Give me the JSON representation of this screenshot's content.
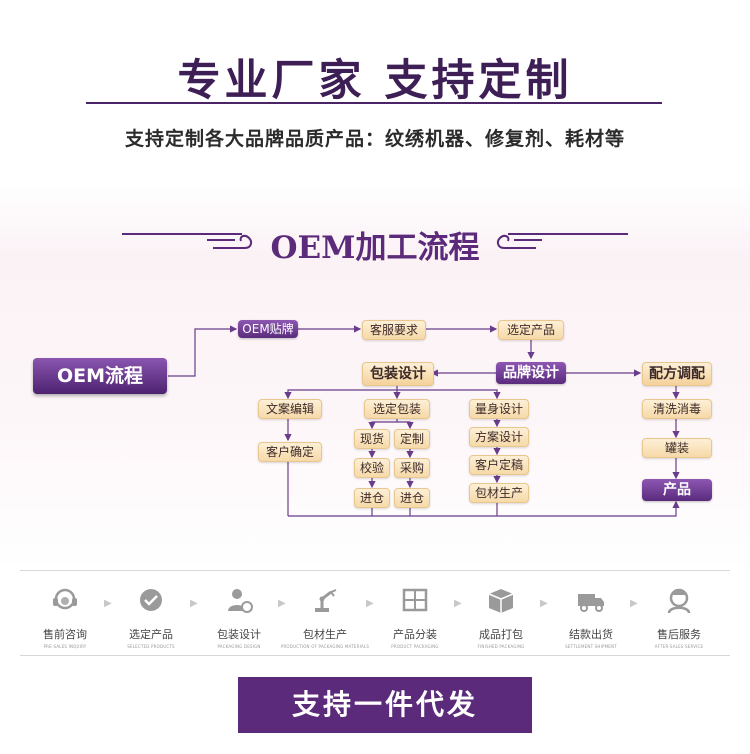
{
  "header": {
    "title": "专业厂家 支持定制",
    "subtitle": "支持定制各大品牌品质产品：纹绣机器、修复剂、耗材等"
  },
  "flow": {
    "title": "OEM加工流程",
    "main_label": "OEM流程",
    "top_row": [
      "OEM贴牌",
      "客服要求",
      "选定产品"
    ],
    "brand_design": "品牌设计",
    "packaging_design": "包装设计",
    "formula": "配方调配",
    "left_col": [
      "文案编辑",
      "客户确定"
    ],
    "pack_select": "选定包装",
    "pack_a": [
      "现货",
      "校验",
      "进仓"
    ],
    "pack_b": [
      "定制",
      "采购",
      "进仓"
    ],
    "custom_col": [
      "量身设计",
      "方案设计",
      "客户定稿",
      "包材生产"
    ],
    "formula_col": [
      "清洗消毒",
      "罐装"
    ],
    "product": "产品"
  },
  "steps": [
    {
      "label": "售前咨询",
      "sub": "PRE-SALES INQUIRY",
      "icon": "headset-icon"
    },
    {
      "label": "选定产品",
      "sub": "SELECTED PRODUCTS",
      "icon": "check-circle-icon"
    },
    {
      "label": "包装设计",
      "sub": "PACKAGING DESIGN",
      "icon": "designer-icon"
    },
    {
      "label": "包材生产",
      "sub": "PRODUCTION OF PACKAGING MATERIALS",
      "icon": "robot-arm-icon"
    },
    {
      "label": "产品分装",
      "sub": "PRODUCT PACKAGING",
      "icon": "grid-box-icon"
    },
    {
      "label": "成品打包",
      "sub": "FINISHED PACKAGING",
      "icon": "package-icon"
    },
    {
      "label": "结款出货",
      "sub": "SETTLEMENT SHIPMENT",
      "icon": "truck-icon"
    },
    {
      "label": "售后服务",
      "sub": "AFTER-SALES SERVICE",
      "icon": "service-person-icon"
    }
  ],
  "banner": "支持一件代发",
  "colors": {
    "purple": "#5b2a7a",
    "light_purple": "#8d57b2",
    "cream": "#f6d9a8"
  }
}
